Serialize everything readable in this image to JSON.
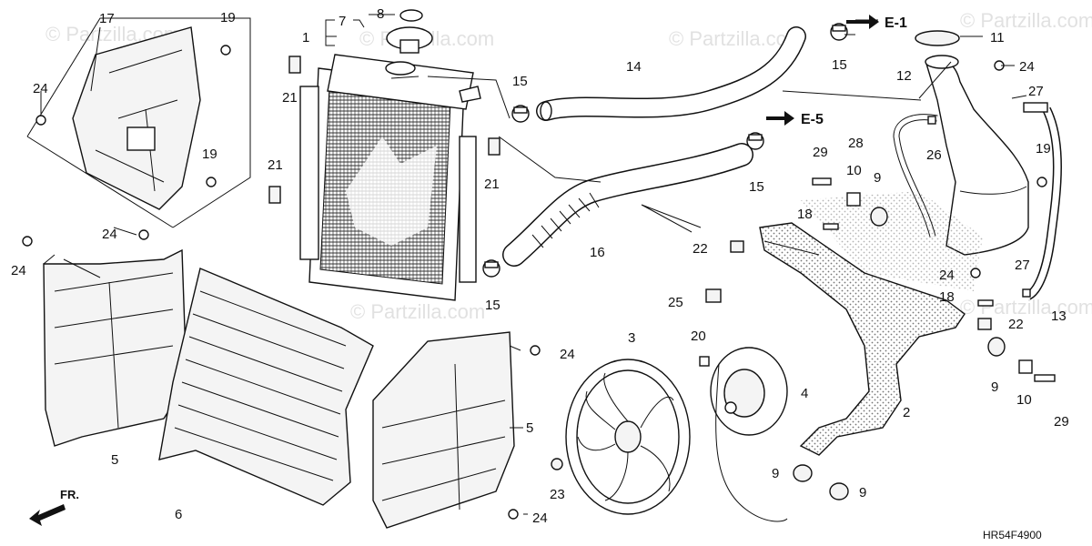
{
  "watermark": "© Partzilla.com",
  "diagram_code": "HR54F4900",
  "front_label": "FR.",
  "ref_labels": {
    "e1": "E-1",
    "e5": "E-5"
  },
  "callouts": {
    "c1": "1",
    "c2": "2",
    "c3": "3",
    "c4": "4",
    "c5a": "5",
    "c5b": "5",
    "c6": "6",
    "c7": "7",
    "c8": "8",
    "c9a": "9",
    "c9b": "9",
    "c9c": "9",
    "c9d": "9",
    "c10a": "10",
    "c10b": "10",
    "c11": "11",
    "c12": "12",
    "c13": "13",
    "c14": "14",
    "c15a": "15",
    "c15b": "15",
    "c15c": "15",
    "c15d": "15",
    "c16": "16",
    "c17": "17",
    "c18a": "18",
    "c18b": "18",
    "c19a": "19",
    "c19b": "19",
    "c19c": "19",
    "c20": "20",
    "c21a": "21",
    "c21b": "21",
    "c21c": "21",
    "c22a": "22",
    "c22b": "22",
    "c23": "23",
    "c24a": "24",
    "c24b": "24",
    "c24c": "24",
    "c24d": "24",
    "c24e": "24",
    "c24f": "24",
    "c24g": "24",
    "c25": "25",
    "c26": "26",
    "c27a": "27",
    "c27b": "27",
    "c28": "28",
    "c29a": "29",
    "c29b": "29"
  }
}
